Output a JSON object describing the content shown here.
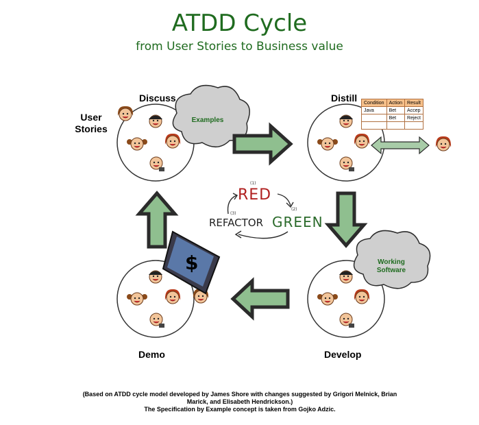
{
  "title": "ATDD Cycle",
  "subtitle": "from User Stories to Business value",
  "stages": {
    "discuss": "Discuss",
    "user_stories": "User\nStories",
    "distill": "Distill",
    "develop": "Develop",
    "demo": "Demo"
  },
  "clouds": {
    "examples": "Examples",
    "working_software": "Working\nSoftware"
  },
  "rules_table": {
    "headers": [
      "Condition",
      "Action",
      "Result"
    ],
    "rows": [
      [
        "Java",
        "Bet",
        "Accep"
      ],
      [
        "",
        "Bet",
        "Reject"
      ],
      [
        "",
        "",
        ""
      ]
    ]
  },
  "tdd_cycle": {
    "red": "RED",
    "green": "GREEN",
    "refactor": "REFACTOR",
    "step1": "(1)",
    "step2": "(2)",
    "step3": "(3)"
  },
  "dollar_sign": "$",
  "footnote": {
    "line1": "(Based on ATDD cycle model developed by James Shore with changes suggested by Grigori Melnick, Brian",
    "line2": "Marick, and Elisabeth Hendrickson.)",
    "line3": "The Specification by Example concept is taken from Gojko Adzic."
  },
  "colors": {
    "title": "#1f6b1f",
    "arrow_fill": "#8fbf8f",
    "arrow_stroke": "#2b2b2b",
    "cloud_fill": "#d0d0d0",
    "red": "#b02020",
    "green": "#2a6a2a"
  }
}
